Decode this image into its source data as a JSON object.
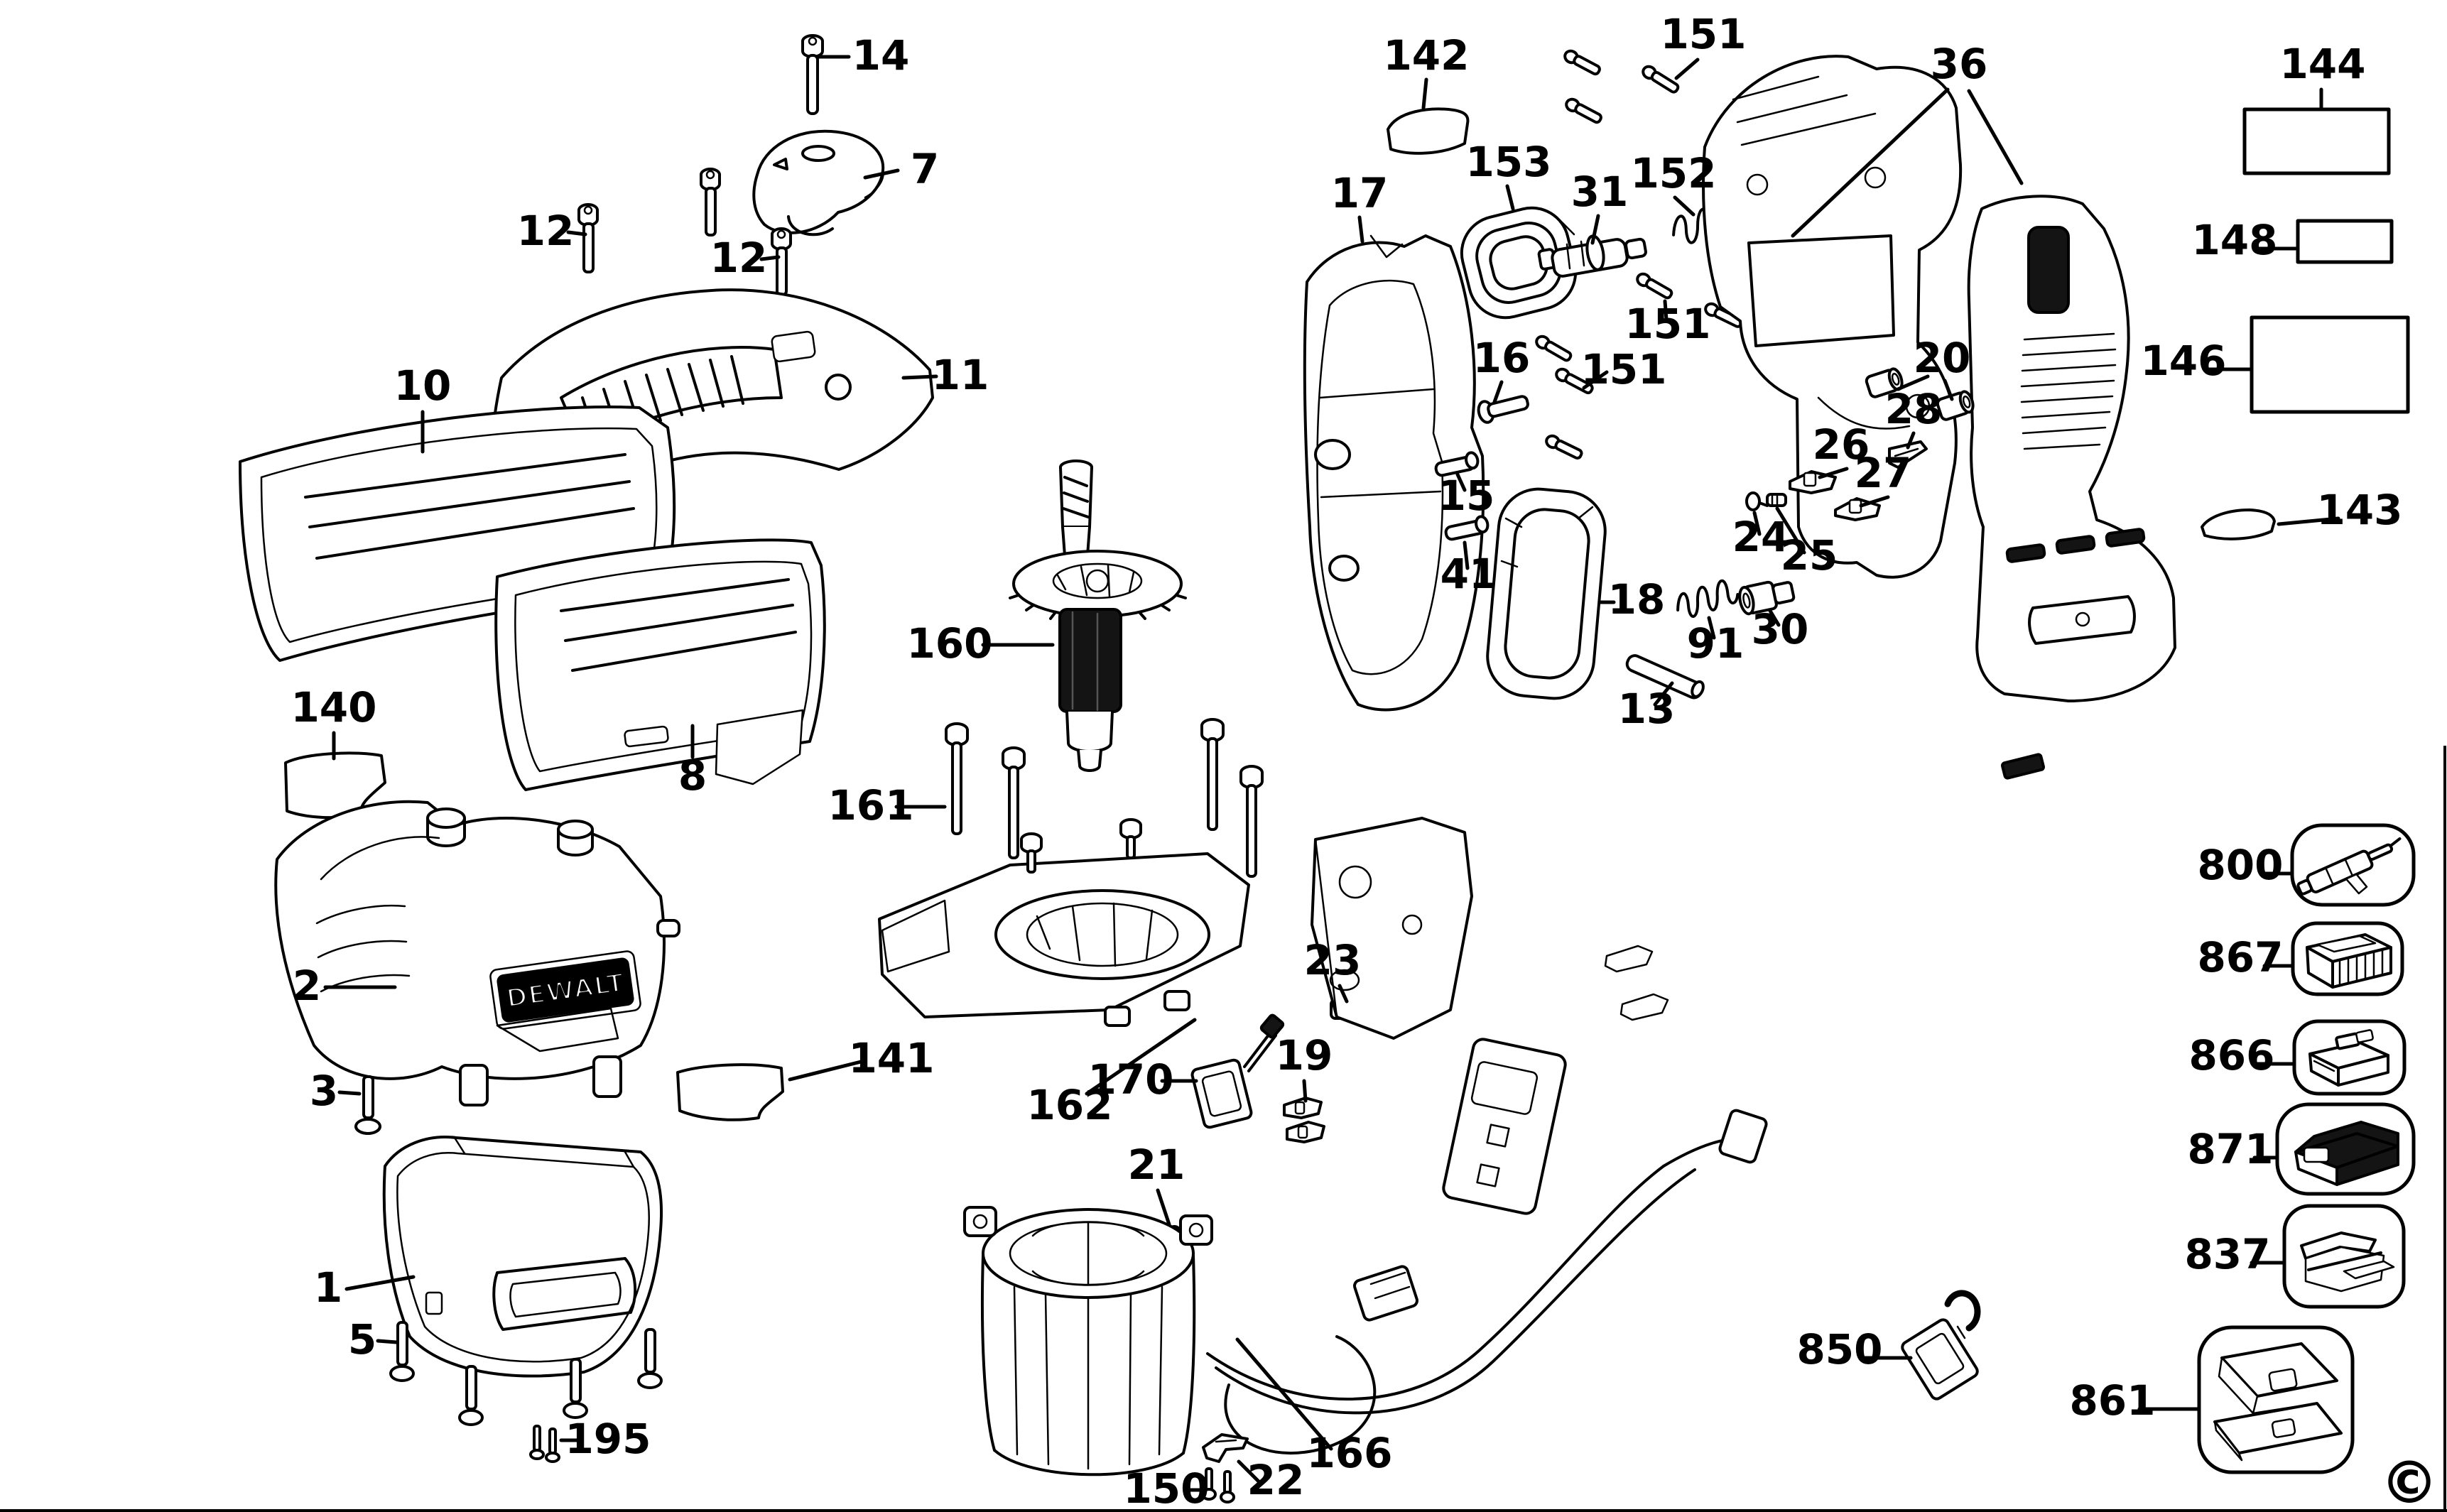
{
  "page": {
    "background": "#ffffff",
    "line_color": "#000000",
    "copyright_symbol": "©"
  },
  "brand": {
    "logo_text": "DEWALT",
    "logo_bg": "#000000",
    "logo_fg": "#ffffff"
  },
  "diagram": {
    "type": "exploded-parts-diagram",
    "style": "black line art on white"
  },
  "callouts": [
    {
      "n": "14"
    },
    {
      "n": "7"
    },
    {
      "n": "12"
    },
    {
      "n": "12"
    },
    {
      "n": "11"
    },
    {
      "n": "10"
    },
    {
      "n": "8"
    },
    {
      "n": "140"
    },
    {
      "n": "2"
    },
    {
      "n": "141"
    },
    {
      "n": "3"
    },
    {
      "n": "1"
    },
    {
      "n": "5"
    },
    {
      "n": "195"
    },
    {
      "n": "160"
    },
    {
      "n": "161"
    },
    {
      "n": "162"
    },
    {
      "n": "170"
    },
    {
      "n": "23"
    },
    {
      "n": "19"
    },
    {
      "n": "21"
    },
    {
      "n": "166"
    },
    {
      "n": "150"
    },
    {
      "n": "22"
    },
    {
      "n": "142"
    },
    {
      "n": "153"
    },
    {
      "n": "17"
    },
    {
      "n": "31"
    },
    {
      "n": "152"
    },
    {
      "n": "151"
    },
    {
      "n": "151"
    },
    {
      "n": "151"
    },
    {
      "n": "16"
    },
    {
      "n": "15"
    },
    {
      "n": "41"
    },
    {
      "n": "18"
    },
    {
      "n": "13"
    },
    {
      "n": "36"
    },
    {
      "n": "20"
    },
    {
      "n": "28"
    },
    {
      "n": "26"
    },
    {
      "n": "27"
    },
    {
      "n": "24"
    },
    {
      "n": "25"
    },
    {
      "n": "91"
    },
    {
      "n": "30"
    },
    {
      "n": "143"
    },
    {
      "n": "146"
    },
    {
      "n": "148"
    },
    {
      "n": "144"
    },
    {
      "n": "800"
    },
    {
      "n": "867"
    },
    {
      "n": "866"
    },
    {
      "n": "871"
    },
    {
      "n": "837"
    },
    {
      "n": "850"
    },
    {
      "n": "861"
    }
  ]
}
